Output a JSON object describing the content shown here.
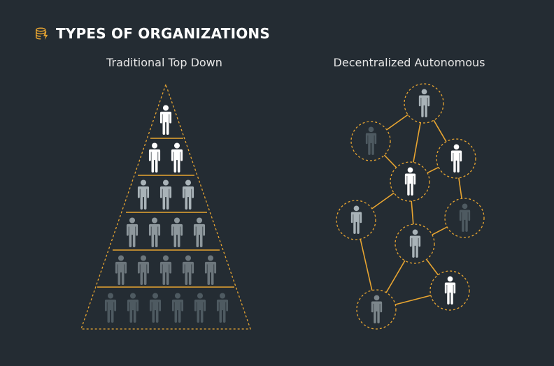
{
  "header": {
    "title": "TYPES OF ORGANIZATIONS",
    "logo_icon": "coin-stack-lightning-icon"
  },
  "diagrams": {
    "left_title": "Traditional Top Down",
    "right_title": "Decentralized Autonomous"
  },
  "colors": {
    "background": "#242c33",
    "accent": "#e8a531",
    "person_white": "#ffffff",
    "person_light": "#a9b3b8",
    "person_mid": "#7c868b",
    "person_dark": "#4e5a61"
  },
  "hierarchy_levels": [
    1,
    2,
    3,
    4,
    5,
    6
  ],
  "network": {
    "nodes": [
      {
        "id": "n1",
        "tone": "light"
      },
      {
        "id": "n2",
        "tone": "dark"
      },
      {
        "id": "n3",
        "tone": "white"
      },
      {
        "id": "n4",
        "tone": "white"
      },
      {
        "id": "n5",
        "tone": "light"
      },
      {
        "id": "n6",
        "tone": "dark"
      },
      {
        "id": "n7",
        "tone": "light"
      },
      {
        "id": "n8",
        "tone": "white"
      },
      {
        "id": "n9",
        "tone": "mid"
      }
    ],
    "edges": [
      [
        "n1",
        "n2"
      ],
      [
        "n1",
        "n3"
      ],
      [
        "n1",
        "n4"
      ],
      [
        "n2",
        "n4"
      ],
      [
        "n3",
        "n4"
      ],
      [
        "n3",
        "n6"
      ],
      [
        "n4",
        "n5"
      ],
      [
        "n4",
        "n7"
      ],
      [
        "n5",
        "n9"
      ],
      [
        "n7",
        "n6"
      ],
      [
        "n7",
        "n9"
      ],
      [
        "n7",
        "n8"
      ],
      [
        "n8",
        "n9"
      ]
    ]
  }
}
